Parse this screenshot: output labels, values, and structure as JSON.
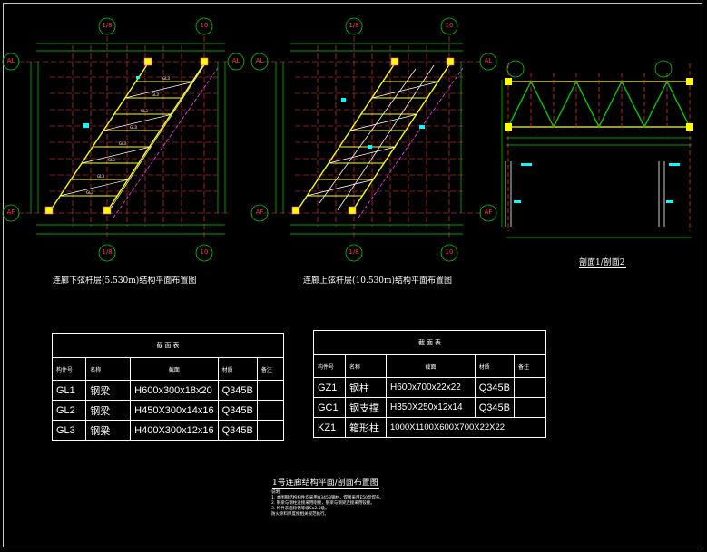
{
  "plans": {
    "lower": {
      "title": "连廊下弦杆层(5.530m)结构平面布置图",
      "axis_top_left": "1/8",
      "axis_top_right": "10",
      "axis_bottom_left": "1/8",
      "axis_bottom_right": "10",
      "axis_left_top": "AL",
      "axis_left_bottom": "AF",
      "axis_right_top": "AL"
    },
    "upper": {
      "title": "连廊上弦杆层(10.530m)结构平面布置图",
      "axis_top_left": "1/8",
      "axis_top_right": "10",
      "axis_bottom_left": "1/8",
      "axis_bottom_right": "10",
      "axis_left_top": "AL",
      "axis_left_bottom": "AF",
      "axis_right_top": "AL",
      "axis_right_bottom": "AF"
    },
    "section": {
      "title": "剖面1/剖面2"
    }
  },
  "table_beams": {
    "caption": "截 面 表",
    "headers": [
      "构件号",
      "名称",
      "截面",
      "材质",
      "备注"
    ],
    "rows": [
      {
        "id": "GL1",
        "name": "钢梁",
        "section": "H600x300x18x20",
        "material": "Q345B"
      },
      {
        "id": "GL2",
        "name": "钢梁",
        "section": "H450X300x14x16",
        "material": "Q345B"
      },
      {
        "id": "GL3",
        "name": "钢梁",
        "section": "H400X300x12x16",
        "material": "Q345B"
      }
    ]
  },
  "table_columns": {
    "caption": "截 面 表",
    "headers": [
      "构件号",
      "名称",
      "截面",
      "材质",
      "备注"
    ],
    "rows": [
      {
        "id": "GZ1",
        "name": "钢柱",
        "section": "H600x700x22x22",
        "material": "Q345B"
      },
      {
        "id": "GC1",
        "name": "钢支撑",
        "section": "H350X250x12x14",
        "material": "Q345B"
      },
      {
        "id": "KZ1",
        "name": "箱形柱",
        "section": "1000X1100X600X700X22X22",
        "material": ""
      }
    ]
  },
  "sheet_title": "1号连廊结构平面/剖面布置图",
  "notes": {
    "title": "说明:",
    "lines": [
      "1. 本图钢结构构件均采用Q345B钢材，焊接采用E50型焊条。",
      "2. 钢梁与钢柱连接采用刚接，钢梁与钢梁连接采用铰接。",
      "3. 构件表面除锈等级Sa2.5级。",
      "   防火涂料厚度按相关规范执行。"
    ]
  },
  "colors": {
    "background": "#000000",
    "grid_axis": "#ff3b3b",
    "beam": "#ffff00",
    "dimension": "#00d400",
    "brace": "#ffffff",
    "dashed_beam": "#ff40ff",
    "column": "#ffff00",
    "text": "#ffffff",
    "cyan_mark": "#00ffff"
  }
}
